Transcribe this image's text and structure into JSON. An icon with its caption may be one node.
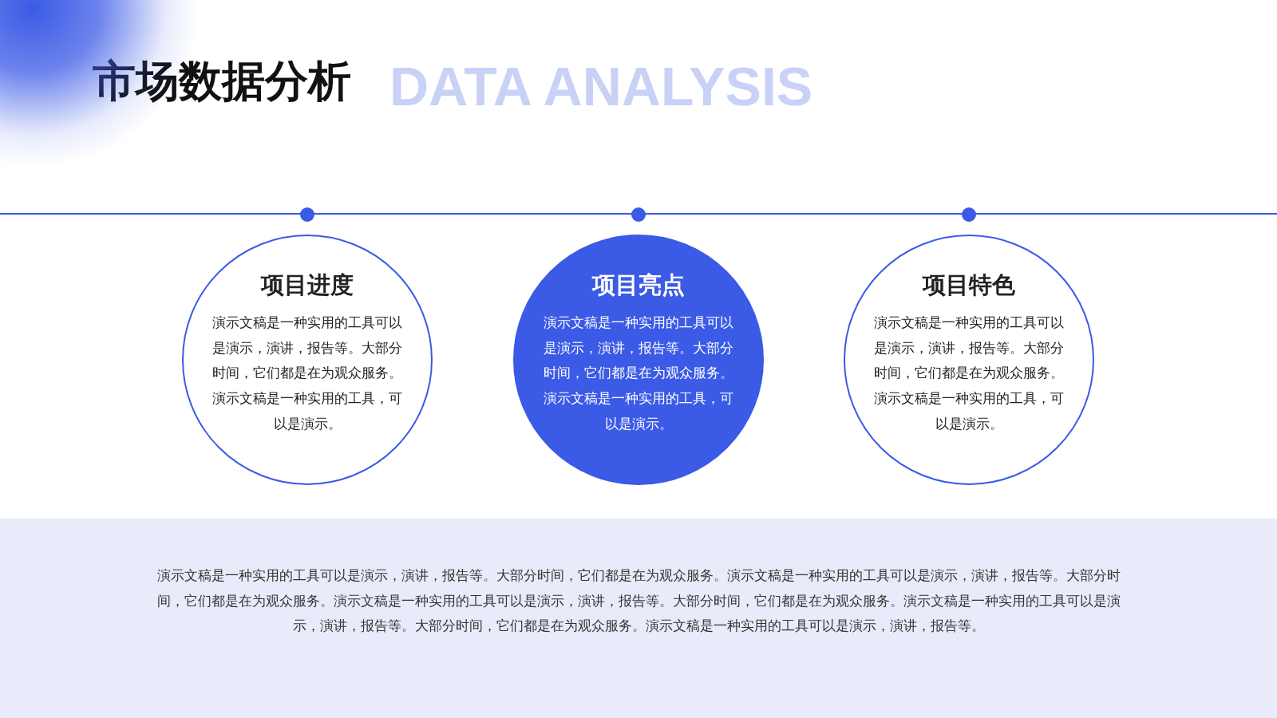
{
  "diagram": {
    "title": "市场数据分析",
    "nodes": [
      {
        "text": [
          "项目进度",
          "演示文稿是一种实用的工具可以是演示，演讲，报告等。大部分时间，它们都是在为观众服务。演示文稿是一种实用的工具，可以是演示。"
        ]
      },
      {
        "text": [
          "项目亮点",
          "演示文稿是一种实用的工具可以是演示，演讲，报告等。大部分时间，它们都是在为观众服务。演示文稿是一种实用的工具，可以是演示。"
        ]
      },
      {
        "text": [
          "项目特色",
          "演示文稿是一种实用的工具可以是演示，演讲，报告等。大部分时间，它们都是在为观众服务。演示文稿是一种实用的工具，可以是演示。"
        ]
      }
    ],
    "labels": [
      "DATA ANALYSIS",
      "演示文稿是一种实用的工具可以是演示，演讲，报告等。大部分时间，它们都是在为观众服务。演示文稿是一种实用的工具可以是演示，演讲，报告等。大部分时间，它们都是在为观众服务。演示文稿是一种实用的工具可以是演示，演讲，报告等。大部分时间，它们都是在为观众服务。演示文稿是一种实用的工具可以是演示，演讲，报告等。大部分时间，它们都是在为观众服务。演示文稿是一种实用的工具可以是演示，演讲，报告等。"
    ]
  }
}
